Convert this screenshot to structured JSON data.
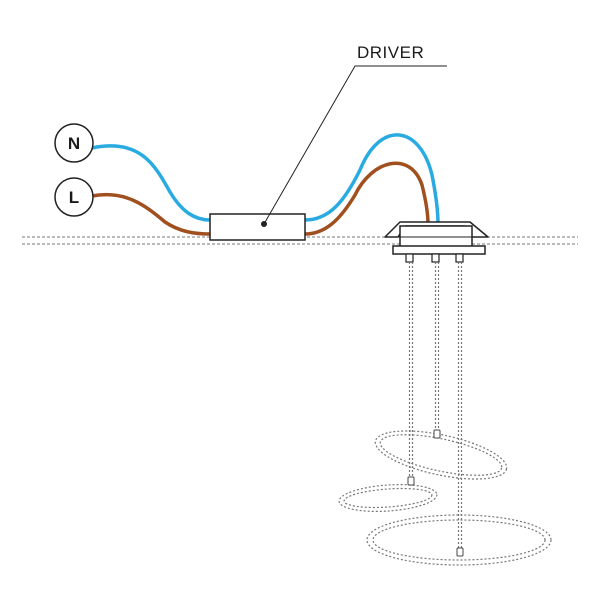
{
  "labels": {
    "driver": "DRIVER",
    "neutral": "N",
    "live": "L"
  },
  "colors": {
    "neutral_wire": "#29abe2",
    "live_wire": "#a0501e",
    "outline": "#222222",
    "dotted": "#777777"
  }
}
